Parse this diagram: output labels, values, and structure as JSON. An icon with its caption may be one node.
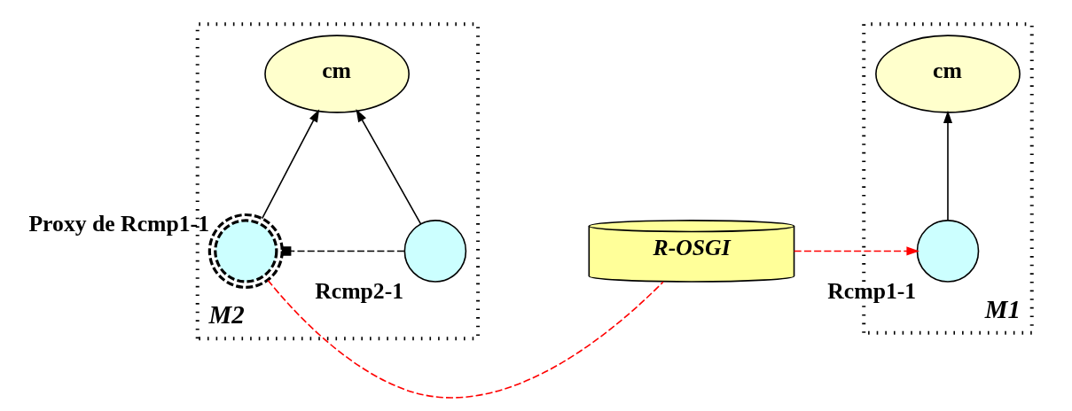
{
  "diagram": {
    "nodes": [
      {
        "text": [
          "M2"
        ]
      },
      {
        "text": [
          "cm"
        ],
        "in": 0
      },
      {
        "text": [],
        "shape": "circle",
        "in": 0,
        "beside": [
          "Rcmp2-1"
        ]
      },
      {
        "text": [],
        "shape": "circle",
        "in": 0,
        "beside": [
          "Proxy de Rcmp1-1"
        ]
      },
      {
        "text": [
          "R-OSGI"
        ]
      },
      {
        "text": [
          "M1"
        ]
      },
      {
        "text": [
          "cm"
        ],
        "in": 5
      },
      {
        "text": [],
        "shape": "circle",
        "in": 5,
        "beside": [
          "Rcmp1-1"
        ]
      }
    ],
    "edges": [
      {
        "from": 2,
        "to": 1,
        "arrow": "to"
      },
      {
        "from": 3,
        "to": 1,
        "arrow": "to"
      },
      {
        "from": 2,
        "to": 3,
        "arrow": "other",
        "style": "dashed"
      },
      {
        "from": 3,
        "to": 4,
        "arrow": "none",
        "style": "dashed",
        "color": "#ff0000"
      },
      {
        "from": 4,
        "to": 7,
        "arrow": "to",
        "style": "dashed",
        "color": "#ff0000"
      },
      {
        "from": 7,
        "to": 6,
        "arrow": "to"
      }
    ]
  }
}
